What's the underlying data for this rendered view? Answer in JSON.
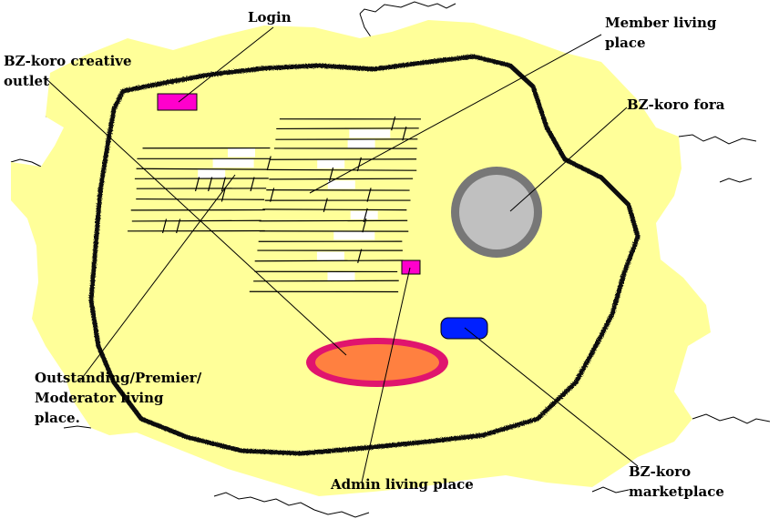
{
  "labels": {
    "login": "Login",
    "creative_outlet_line1": "BZ-koro creative",
    "creative_outlet_line2": "outlet",
    "member_living_line1": "Member living",
    "member_living_line2": "place",
    "fora": "BZ-koro fora",
    "outstanding_line1": "Outstanding/Premier/",
    "outstanding_line2": "Moderator living",
    "outstanding_line3": "place.",
    "admin": "Admin living place",
    "marketplace_line1": "BZ-koro",
    "marketplace_line2": "marketplace"
  },
  "colors": {
    "island_fill": "#FFFF99",
    "boundary": "#111111",
    "login_box": "#FF00CC",
    "admin_box": "#FF00CC",
    "fora_outer": "#777777",
    "fora_inner": "#C0C0C0",
    "outstanding_outer": "#E0146E",
    "outstanding_inner": "#FF8040",
    "marketplace": "#0020FF",
    "grid_line": "#000000",
    "grid_gap": "#FFFFFF"
  },
  "icons": {
    "login": "magenta-rectangle",
    "admin": "magenta-square",
    "fora": "grey-ring-circle",
    "outstanding": "red-orange-ellipse",
    "marketplace": "blue-rounded-rectangle",
    "member": "crosshatch-grid"
  }
}
